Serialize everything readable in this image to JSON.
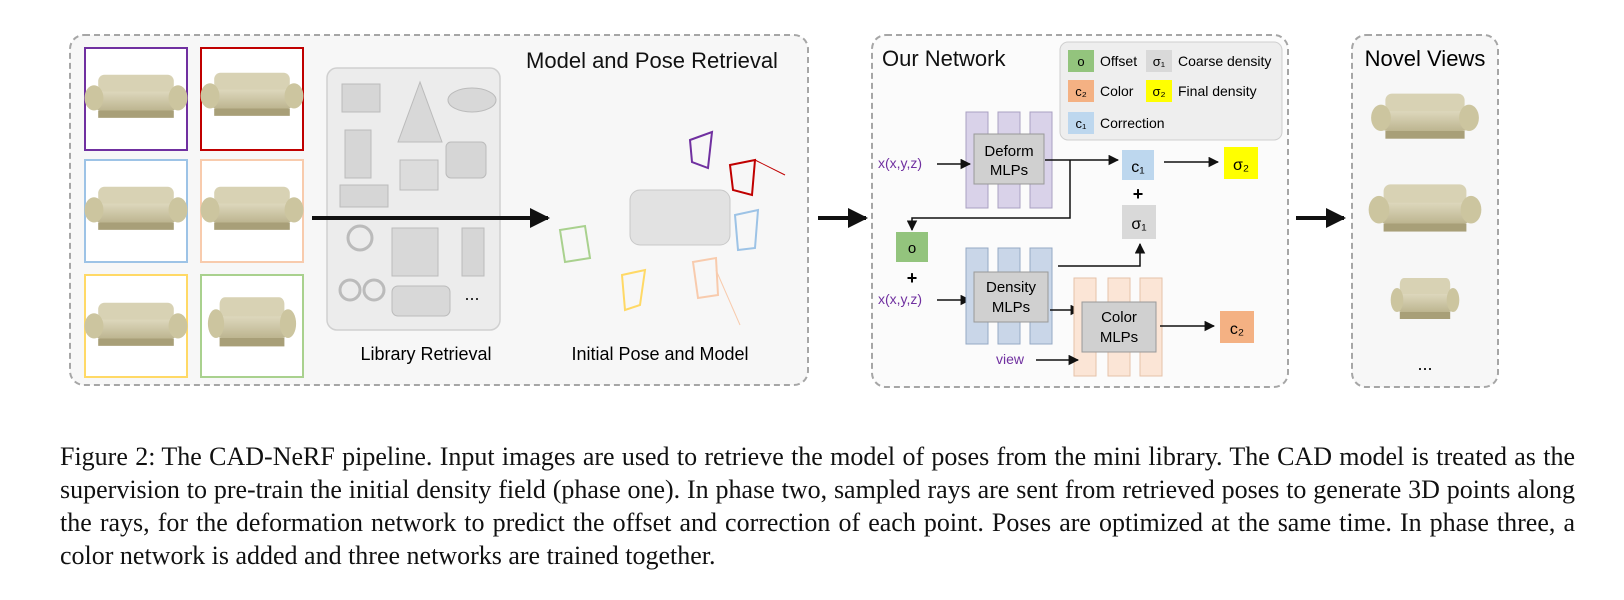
{
  "figure": {
    "panels": {
      "retrieval": {
        "title": "Model and Pose Retrieval",
        "library_label": "Library Retrieval",
        "initial_label": "Initial Pose and Model",
        "library_more": "..."
      },
      "network": {
        "title": "Our Network",
        "legend": [
          {
            "symbol": "o",
            "text": "Offset",
            "color": "#93c47d"
          },
          {
            "symbol": "σ₁",
            "text": "Coarse density",
            "color": "#d9d9d9"
          },
          {
            "symbol": "c₂",
            "text": "Color",
            "color": "#f4b183"
          },
          {
            "symbol": "σ₂",
            "text": "Final density",
            "color": "#ffff00"
          },
          {
            "symbol": "c₁",
            "text": "Correction",
            "color": "#bdd7ee"
          }
        ],
        "input_top": "x(x,y,z)",
        "input_bottom": "x(x,y,z)",
        "view": "view",
        "deform": [
          "Deform",
          "MLPs"
        ],
        "density": [
          "Density",
          "MLPs"
        ],
        "color_mlp": [
          "Color",
          "MLPs"
        ],
        "node_o": "o",
        "node_c1": "c₁",
        "node_sigma1": "σ₁",
        "node_sigma2": "σ₂",
        "node_c2": "c₂",
        "plus": "+"
      },
      "novel": {
        "title": "Novel Views",
        "more": "..."
      }
    },
    "frame_colors": [
      "#7030a0",
      "#c00000",
      "#9dc3e6",
      "#f8cbad",
      "#ffd966",
      "#a9d18e"
    ]
  },
  "caption": {
    "label": "Figure 2:",
    "text": "The CAD-NeRF pipeline. Input images are used to retrieve the model of poses from the mini library. The CAD model is treated as the supervision to pre-train the initial density field (phase one). In phase two, sampled rays are sent from retrieved poses to generate 3D points along the rays, for the deformation network to predict the offset and correction of each point. Poses are optimized at the same time. In phase three, a color network is added and three networks are trained together."
  }
}
